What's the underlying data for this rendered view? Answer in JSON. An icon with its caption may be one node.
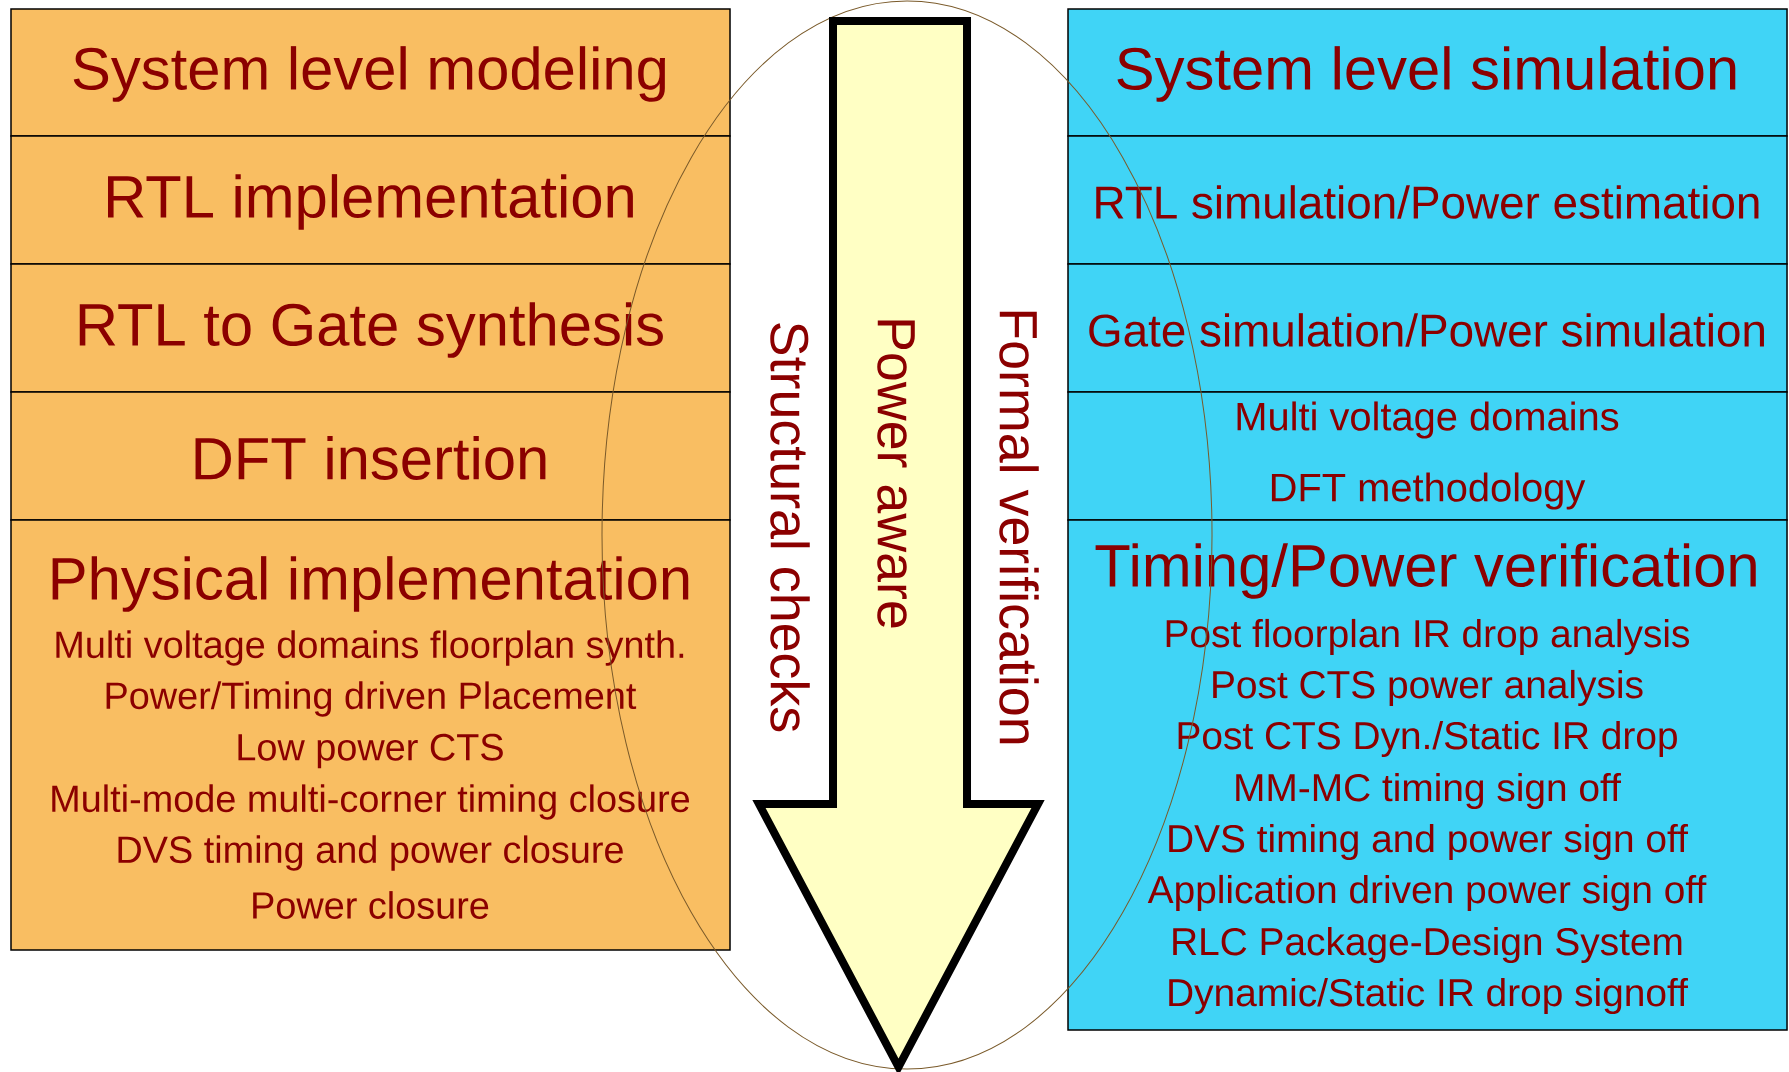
{
  "diagram": {
    "nodes": [
      {
        "text": [
          "System level modeling"
        ]
      },
      {
        "text": [
          "RTL implementation"
        ]
      },
      {
        "text": [
          "RTL to Gate synthesis"
        ]
      },
      {
        "text": [
          "DFT insertion"
        ]
      },
      {
        "text": [
          "Physical implementation",
          "Multi voltage domains floorplan synth.",
          "Power/Timing driven Placement",
          "Low power CTS",
          "Multi-mode multi-corner timing closure",
          "DVS timing and power closure",
          "Power closure"
        ]
      },
      {
        "text": [
          "System level simulation"
        ]
      },
      {
        "text": [
          "RTL simulation/Power estimation"
        ]
      },
      {
        "text": [
          "Gate simulation/Power simulation"
        ]
      },
      {
        "text": [
          "Multi voltage domains",
          "DFT methodology"
        ]
      },
      {
        "text": [
          "Timing/Power verification",
          "Post floorplan IR drop analysis",
          "Post CTS power analysis",
          "Post CTS Dyn./Static IR drop",
          "MM-MC timing sign off",
          "DVS timing and power sign off",
          "Application driven power sign off",
          "RLC Package-Design System",
          "Dynamic/Static IR drop signoff"
        ]
      },
      {
        "text": [
          "Structural checks",
          "Formal verification"
        ]
      },
      {
        "text": [
          "Power aware"
        ],
        "in": 10
      }
    ]
  }
}
